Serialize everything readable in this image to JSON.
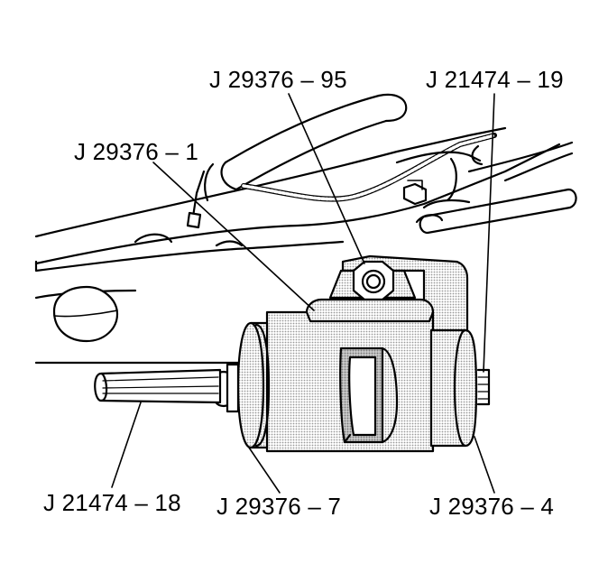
{
  "callouts": {
    "j29376_95": "J 29376 – 95",
    "j21474_19": "J 21474 – 19",
    "j29376_1": "J 29376 – 1",
    "j21474_18": "J 21474 – 18",
    "j29376_7": "J 29376 – 7",
    "j29376_4": "J 29376 – 4"
  },
  "colors": {
    "line": "#000000",
    "shade": "#d9d9d9",
    "background": "#ffffff"
  }
}
